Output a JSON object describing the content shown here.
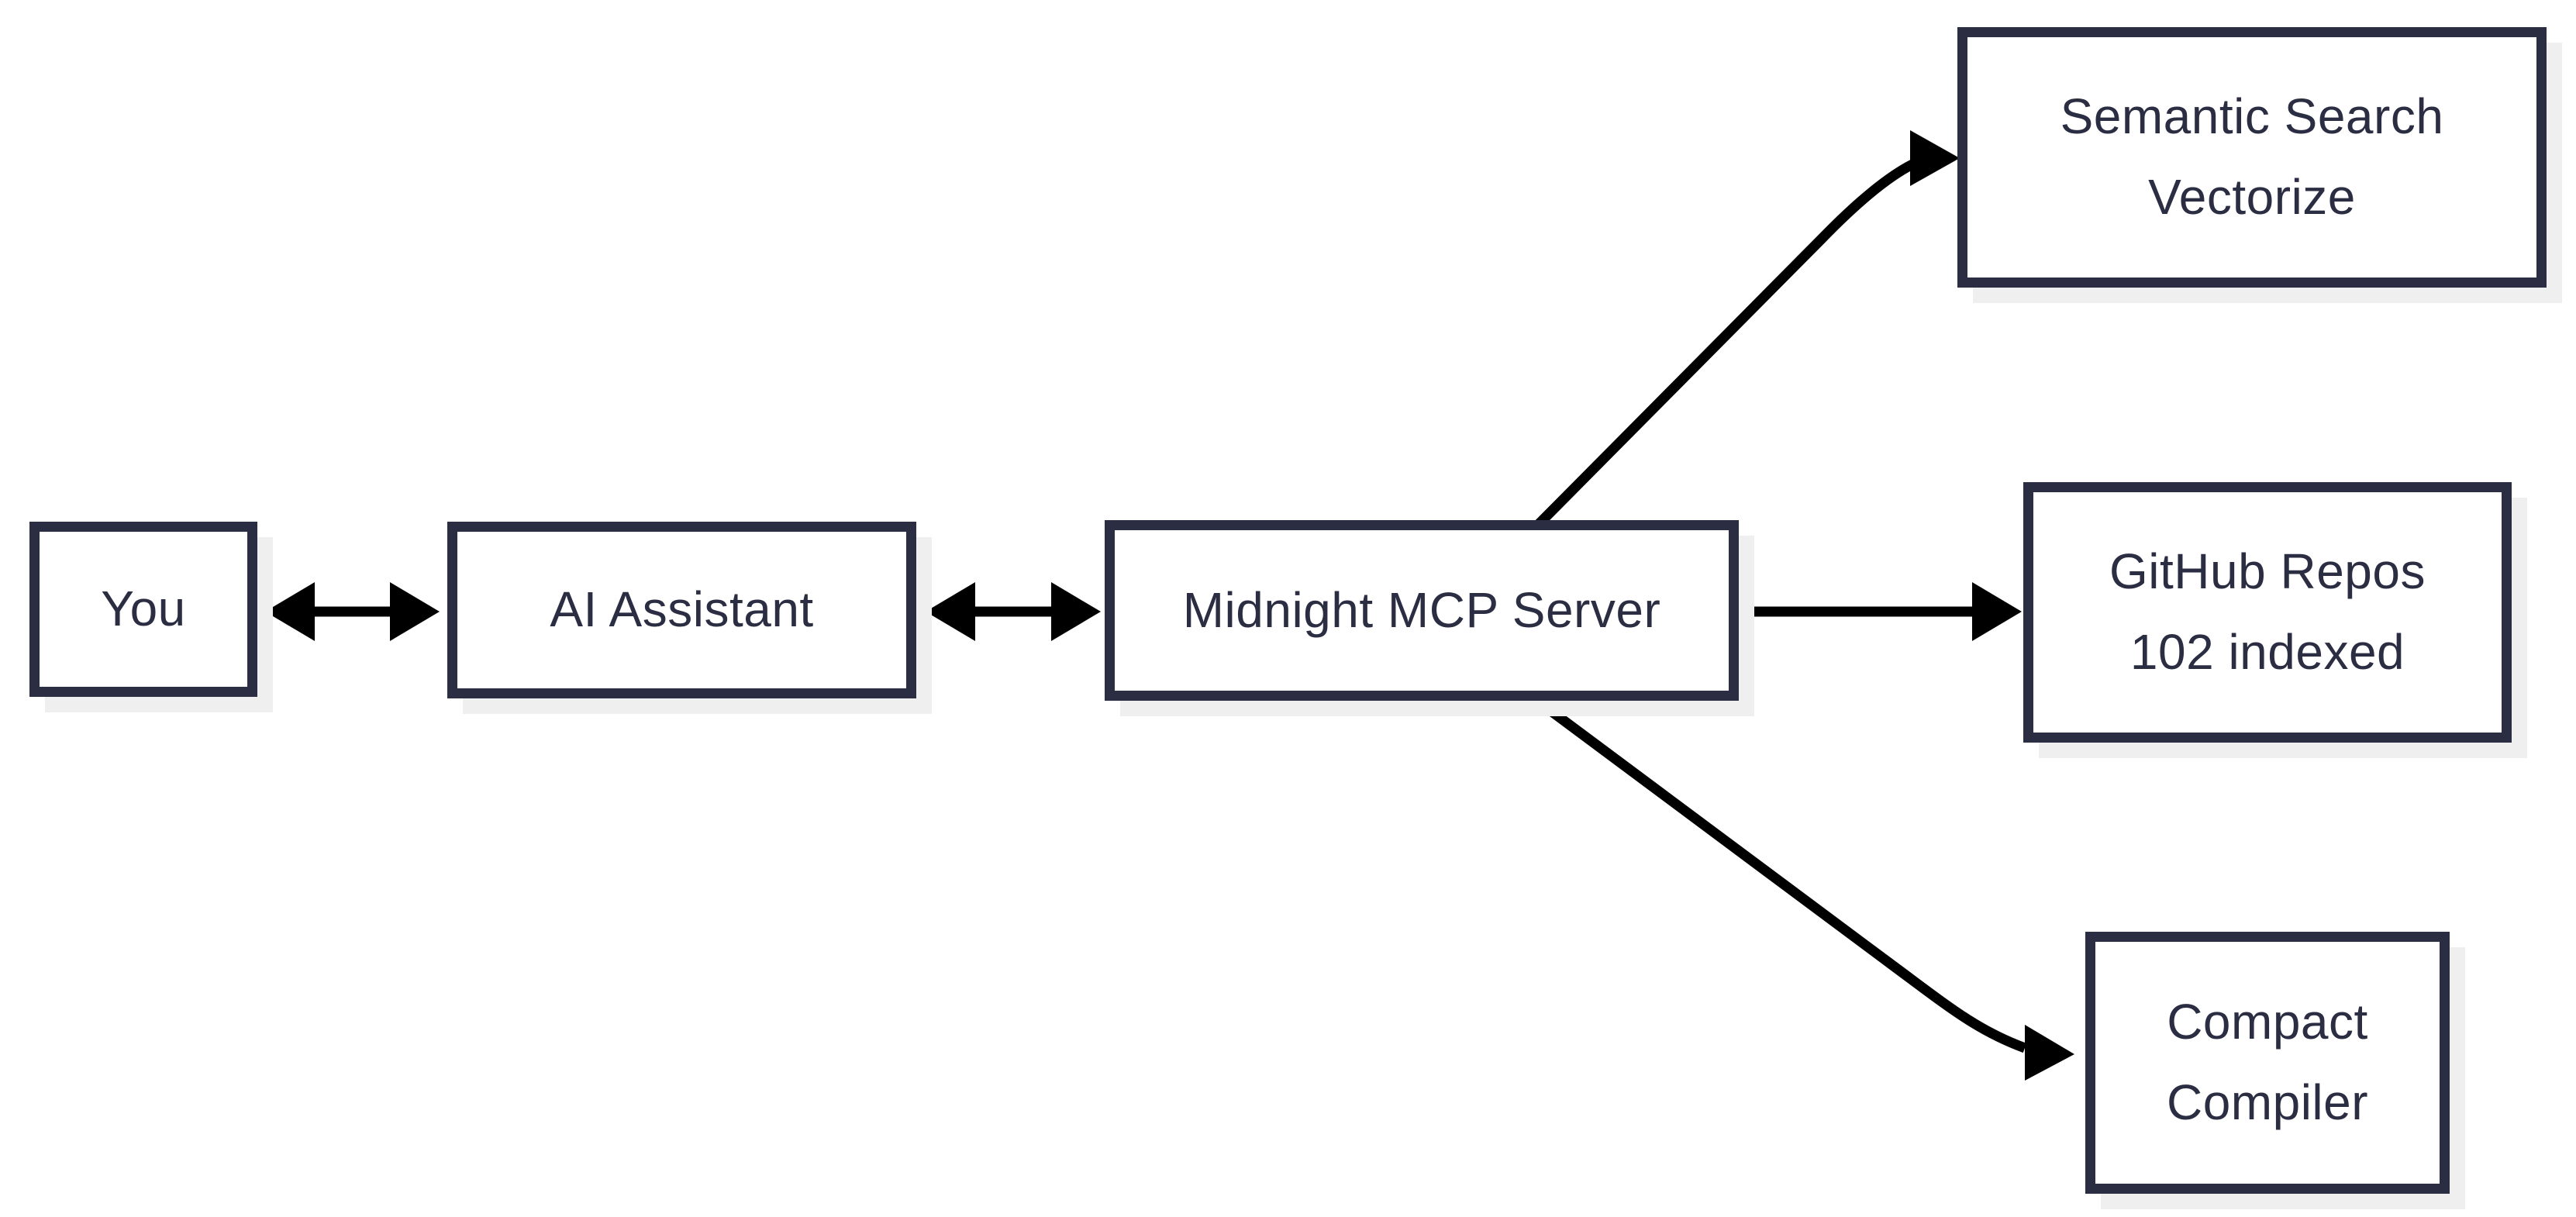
{
  "diagram": {
    "type": "flow-diagram",
    "nodes": [
      {
        "id": "you",
        "lines": [
          "You"
        ]
      },
      {
        "id": "ai-assistant",
        "lines": [
          "AI Assistant"
        ]
      },
      {
        "id": "midnight-mcp-server",
        "lines": [
          "Midnight MCP Server"
        ]
      },
      {
        "id": "semantic-search-vectorize",
        "lines": [
          "Semantic Search",
          "Vectorize"
        ]
      },
      {
        "id": "github-repos",
        "lines": [
          "GitHub Repos",
          "102 indexed"
        ]
      },
      {
        "id": "compact-compiler",
        "lines": [
          "Compact",
          "Compiler"
        ]
      }
    ],
    "edges": [
      {
        "from": "you",
        "to": "ai-assistant",
        "type": "bidirectional-arrow"
      },
      {
        "from": "ai-assistant",
        "to": "midnight-mcp-server",
        "type": "bidirectional-arrow"
      },
      {
        "from": "midnight-mcp-server",
        "to": "semantic-search-vectorize",
        "type": "directed-arrow"
      },
      {
        "from": "midnight-mcp-server",
        "to": "github-repos",
        "type": "directed-arrow"
      },
      {
        "from": "midnight-mcp-server",
        "to": "compact-compiler",
        "type": "directed-arrow"
      }
    ],
    "colors": {
      "background": "#ffffff",
      "box_fill": "#ffffff",
      "box_border": "#2b2d42",
      "text": "#2b2d42",
      "arrow": "#000000",
      "shadow": "#efefef"
    },
    "indexed_repo_count": "102"
  }
}
